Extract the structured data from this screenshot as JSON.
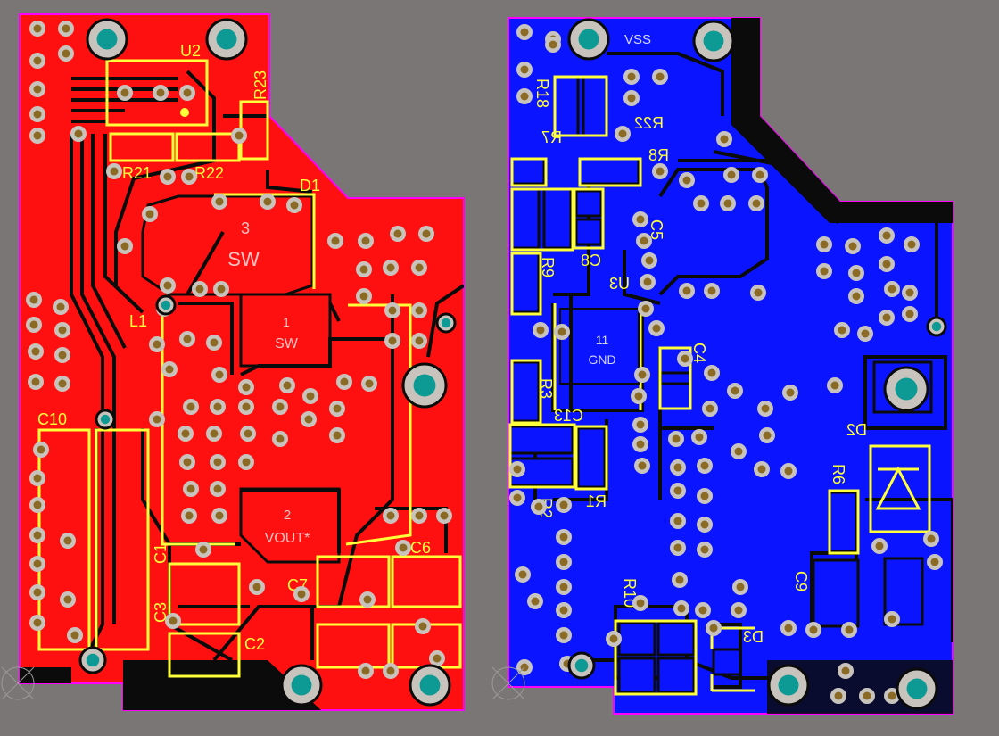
{
  "top_layer": {
    "color": "#ff1010",
    "outline_color": "#ff00ff",
    "silk_color": "#ffff3a",
    "designators": {
      "u2": "U2",
      "r23": "R23",
      "r21": "R21",
      "r22": "R22",
      "d1": "D1",
      "l1": "L1",
      "c10": "C10",
      "c1": "C1",
      "c3": "C3",
      "c2": "C2",
      "c7": "C7",
      "c6": "C6"
    },
    "pad_labels": {
      "p3_num": "3",
      "p3_name": "SW",
      "p1_num": "1",
      "p1_name": "SW",
      "p2_num": "2",
      "p2_name": "VOUT*"
    }
  },
  "bottom_layer": {
    "color": "#0a14ff",
    "outline_color": "#ff00ff",
    "net_label": "VSS",
    "designators": {
      "r18": "R18",
      "r22": "R22",
      "r7": "R7",
      "r8": "R8",
      "c5": "C5",
      "c8": "C8",
      "r9": "R9",
      "u3": "U3",
      "c4": "C4",
      "r3": "R3",
      "c13": "C13",
      "r2": "R2",
      "r1": "R1",
      "d2": "D2",
      "r6": "R6",
      "c9": "C9",
      "r10": "R10",
      "d3": "D3"
    },
    "pad_labels": {
      "u3_num": "11",
      "u3_name": "GND"
    }
  }
}
